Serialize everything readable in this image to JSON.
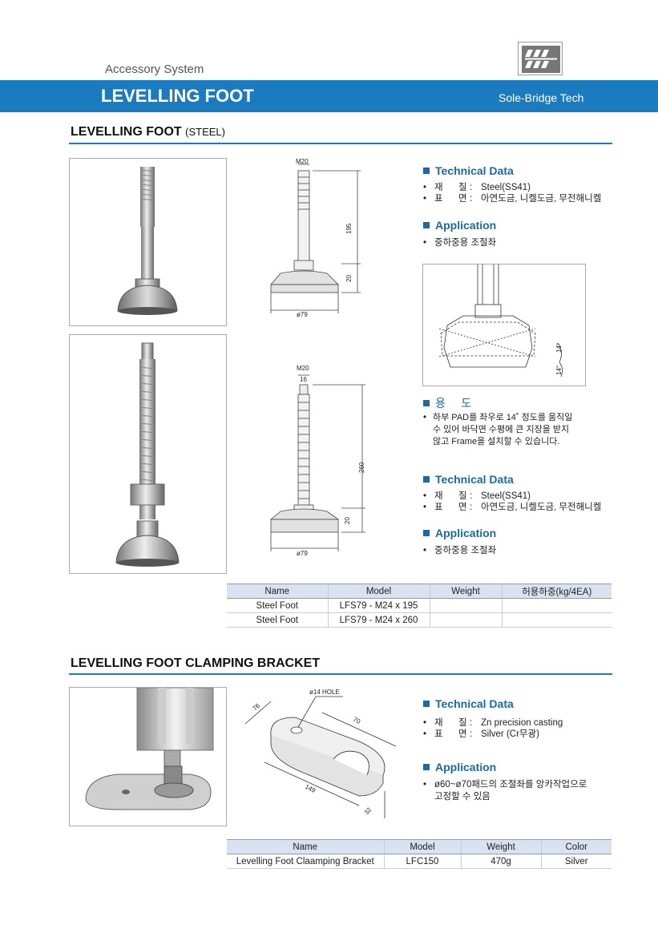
{
  "header": {
    "subtitle": "Accessory System",
    "title": "LEVELLING FOOT",
    "brand": "Sole-Bridge Tech",
    "brand_color": "#1a7bbf"
  },
  "section1": {
    "title": "LEVELLING FOOT",
    "title_suffix": "(STEEL)",
    "drawing1": {
      "thread": "M20",
      "length": "195",
      "pad_height": "20",
      "diameter": "ø79"
    },
    "drawing2": {
      "thread": "M20",
      "thread_len": "16",
      "length": "260",
      "pad_height": "20",
      "diameter": "ø79"
    },
    "info1": {
      "tech_head": "Technical Data",
      "material_k1": "재",
      "material_k2": "질",
      "material_val": "Steel(SS41)",
      "surface_k1": "표",
      "surface_k2": "면",
      "surface_val": "아연도금, 니켈도금, 무전해니켈",
      "app_head": "Application",
      "app_val": "중하중용 조절좌"
    },
    "angle_drawing": {
      "angle_top": "14°",
      "angle_bottom": "14°"
    },
    "yongdo": {
      "head": "용     도",
      "line1": "하부 PAD를 좌우로 14˚ 정도를 움직일",
      "line2": "수 있어 바닥면 수평에 큰 지장을 받지",
      "line3": "않고 Frame을 설치할 수 있습니다."
    },
    "info2": {
      "tech_head": "Technical Data",
      "material_k1": "재",
      "material_k2": "질",
      "material_val": "Steel(SS41)",
      "surface_k1": "표",
      "surface_k2": "면",
      "surface_val": "아연도금, 니켈도금, 무전해니켈",
      "app_head": "Application",
      "app_val": "중하중용 조절좌"
    },
    "table": {
      "headers": [
        "Name",
        "Model",
        "Weight",
        "허용하중(kg/4EA)"
      ],
      "rows": [
        [
          "Steel  Foot",
          "LFS79 - M24 x 195",
          "",
          ""
        ],
        [
          "Steel  Foot",
          "LFS79 - M24 x 260",
          "",
          ""
        ]
      ]
    }
  },
  "section2": {
    "title": "LEVELLING FOOT CLAMPING BRACKET",
    "drawing": {
      "hole": "ø14 HOLE",
      "d76": "76",
      "d70": "70",
      "d149": "149",
      "d32": "32"
    },
    "info": {
      "tech_head": "Technical Data",
      "material_k1": "재",
      "material_k2": "질",
      "material_val": "Zn precision casting",
      "surface_k1": "표",
      "surface_k2": "면",
      "surface_val": "Silver (Cr무광)",
      "app_head": "Application",
      "app_line1": "ø60~ø70패드의 조절좌를 앙카작업으로",
      "app_line2": "고정할  수 있음"
    },
    "table": {
      "headers": [
        "Name",
        "Model",
        "Weight",
        "Color"
      ],
      "rows": [
        [
          "Levelling Foot Claamping Bracket",
          "LFC150",
          "470g",
          "Silver"
        ]
      ]
    }
  }
}
